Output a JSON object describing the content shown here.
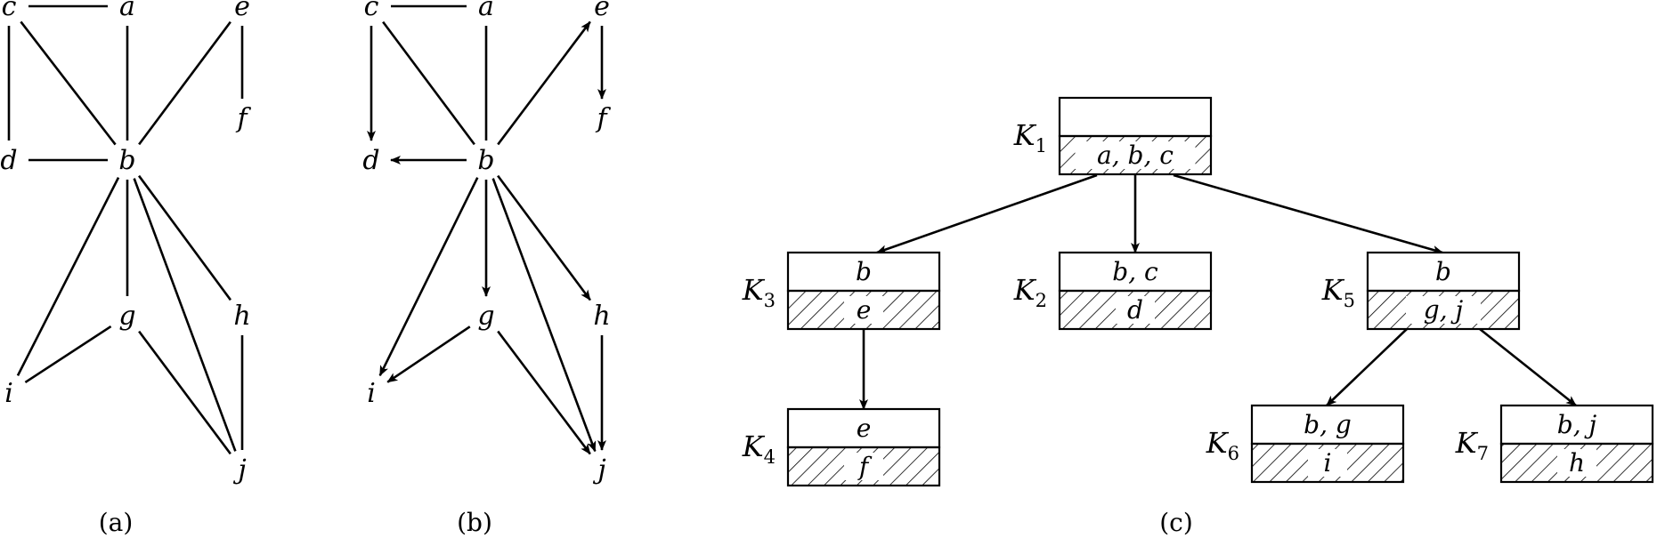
{
  "panels": {
    "a": {
      "caption": "(a)"
    },
    "b": {
      "caption": "(b)"
    },
    "c": {
      "caption": "(c)"
    }
  },
  "graph": {
    "nodes": [
      "a",
      "b",
      "c",
      "d",
      "e",
      "f",
      "g",
      "h",
      "i",
      "j"
    ],
    "edges": [
      [
        "c",
        "a"
      ],
      [
        "c",
        "d"
      ],
      [
        "c",
        "b"
      ],
      [
        "a",
        "b"
      ],
      [
        "d",
        "b"
      ],
      [
        "e",
        "b"
      ],
      [
        "e",
        "f"
      ],
      [
        "b",
        "g"
      ],
      [
        "b",
        "i"
      ],
      [
        "b",
        "j"
      ],
      [
        "b",
        "h"
      ],
      [
        "g",
        "i"
      ],
      [
        "g",
        "j"
      ],
      [
        "h",
        "j"
      ]
    ]
  },
  "digraph": {
    "nodes": [
      "a",
      "b",
      "c",
      "d",
      "e",
      "f",
      "g",
      "h",
      "i",
      "j"
    ],
    "undirected_edges": [
      [
        "c",
        "a"
      ],
      [
        "c",
        "b"
      ],
      [
        "a",
        "b"
      ]
    ],
    "arcs": [
      [
        "c",
        "d"
      ],
      [
        "b",
        "d"
      ],
      [
        "b",
        "e"
      ],
      [
        "e",
        "f"
      ],
      [
        "b",
        "g"
      ],
      [
        "b",
        "i"
      ],
      [
        "b",
        "j"
      ],
      [
        "b",
        "h"
      ],
      [
        "g",
        "i"
      ],
      [
        "g",
        "j"
      ],
      [
        "h",
        "j"
      ]
    ]
  },
  "clique_tree": {
    "cliques": [
      {
        "id": "K1",
        "letter": "K",
        "index": "1",
        "top": "",
        "bottom": "a, b, c"
      },
      {
        "id": "K2",
        "letter": "K",
        "index": "2",
        "top": "b, c",
        "bottom": "d"
      },
      {
        "id": "K3",
        "letter": "K",
        "index": "3",
        "top": "b",
        "bottom": "e"
      },
      {
        "id": "K4",
        "letter": "K",
        "index": "4",
        "top": "e",
        "bottom": "f"
      },
      {
        "id": "K5",
        "letter": "K",
        "index": "5",
        "top": "b",
        "bottom": "g, j"
      },
      {
        "id": "K6",
        "letter": "K",
        "index": "6",
        "top": "b, g",
        "bottom": "i"
      },
      {
        "id": "K7",
        "letter": "K",
        "index": "7",
        "top": "b, j",
        "bottom": "h"
      }
    ],
    "arcs": [
      [
        "K1",
        "K3"
      ],
      [
        "K1",
        "K2"
      ],
      [
        "K1",
        "K5"
      ],
      [
        "K3",
        "K4"
      ],
      [
        "K5",
        "K6"
      ],
      [
        "K5",
        "K7"
      ]
    ]
  }
}
